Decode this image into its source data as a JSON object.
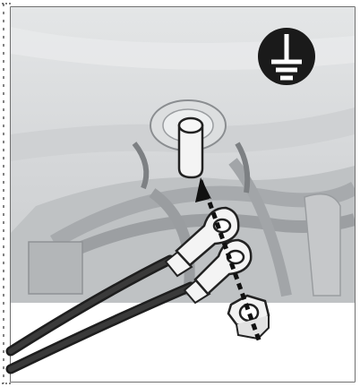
{
  "figure": {
    "kind": "installation-illustration",
    "description_label": "",
    "parts": {
      "ground_symbol": {
        "icon": "protective-earth-ground-icon",
        "bg_color": "#1a1a1a",
        "fg_color": "#ffffff"
      },
      "ground_stud": {
        "icon": "ground-stud-icon"
      },
      "ring_terminals": {
        "count": 2,
        "icon": "ring-terminal-icon"
      },
      "nut": {
        "icon": "hex-nut-icon"
      },
      "direction_arrow": {
        "icon": "arrow-up-icon"
      },
      "ground_wires": {
        "count": 2
      }
    },
    "colors": {
      "photo_bg": "#d7d9da",
      "photo_dark": "#b9bcbe",
      "wire": "#2a2a2a",
      "metal": "#f2f2f2",
      "outline": "#222222",
      "frame": "#333333"
    }
  }
}
